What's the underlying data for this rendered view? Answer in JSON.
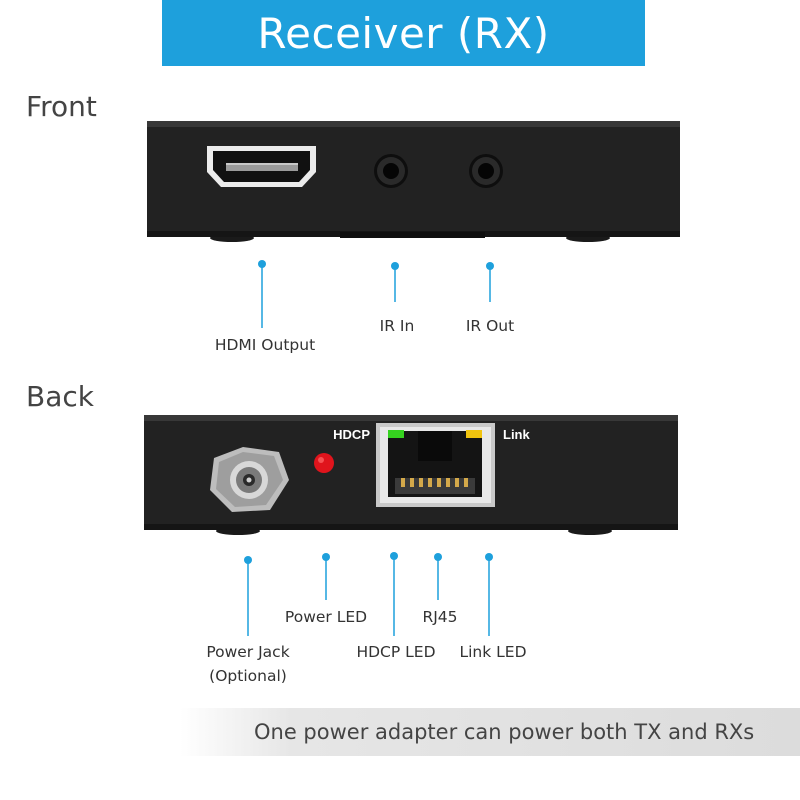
{
  "banner": {
    "title": "Receiver (RX)",
    "color": "#1ea0dc"
  },
  "sections": {
    "front": "Front",
    "back": "Back"
  },
  "front_callouts": {
    "hdmi_output": "HDMI Output",
    "ir_in": "IR In",
    "ir_out": "IR Out"
  },
  "back_panel_text": {
    "hdcp": "HDCP",
    "link": "Link"
  },
  "back_callouts": {
    "power_jack_line1": "Power Jack",
    "power_jack_line2": "(Optional)",
    "power_led": "Power LED",
    "hdcp_led": "HDCP LED",
    "rj45": "RJ45",
    "link_led": "Link LED"
  },
  "footer": {
    "note": "One power adapter can power both TX and RXs"
  },
  "colors": {
    "accent": "#1ea0dc",
    "hdcp_led": "#35d21f",
    "link_led": "#f1c40f",
    "power_led": "#e0141c"
  }
}
